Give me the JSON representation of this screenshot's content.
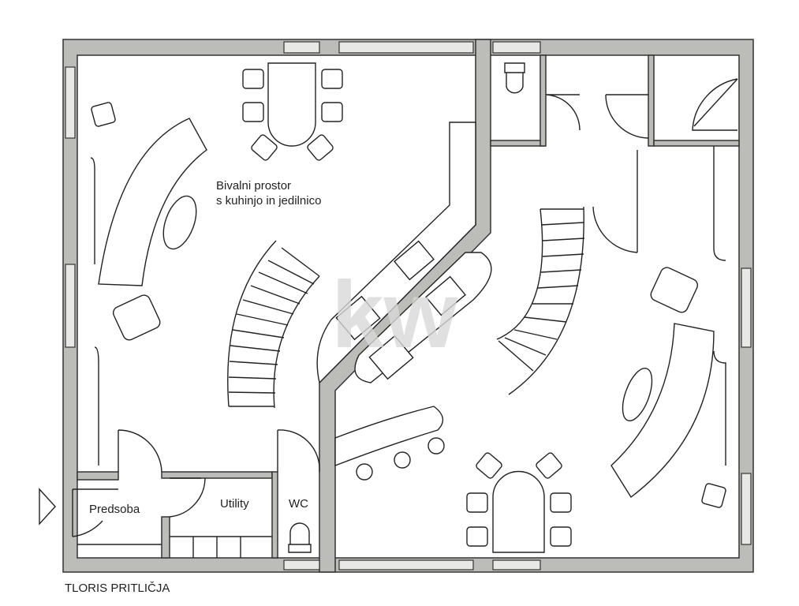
{
  "plan": {
    "title": "TLORIS PRITLIČJA",
    "rooms": {
      "living_line1": "Bivalni prostor",
      "living_line2": "s kuhinjo in jedilnico",
      "entrance": "Predsoba",
      "utility": "Utility",
      "wc": "WC"
    },
    "watermark": "kw",
    "colors": {
      "wall": "#bcbdb8",
      "line": "#222222",
      "watermark": "#d9d9d9"
    }
  }
}
